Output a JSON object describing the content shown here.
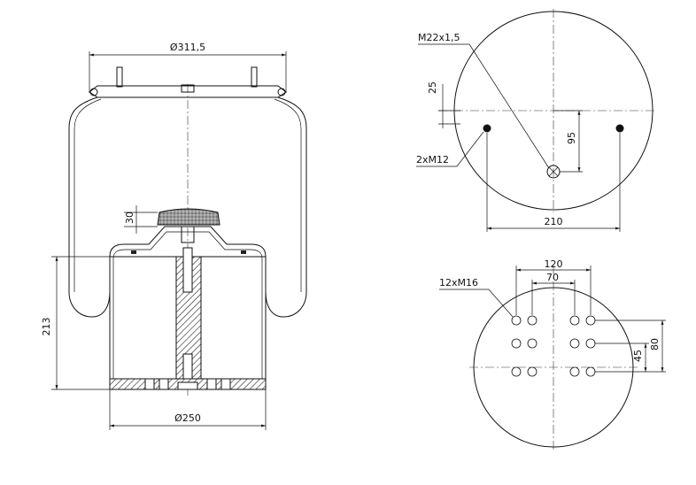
{
  "drawing": {
    "side_view": {
      "top_diameter": "Ø311,5",
      "bottom_diameter": "Ø250",
      "height": "213",
      "bumper_height": "30"
    },
    "top_plate": {
      "thread_label": "M22x1,5",
      "dim_25": "25",
      "dim_95": "95",
      "bolt_label": "2xM12",
      "bolt_spacing": "210"
    },
    "bottom_plate": {
      "hole_label": "12xM16",
      "dim_120": "120",
      "dim_70": "70",
      "dim_45": "45",
      "dim_80": "80"
    }
  }
}
